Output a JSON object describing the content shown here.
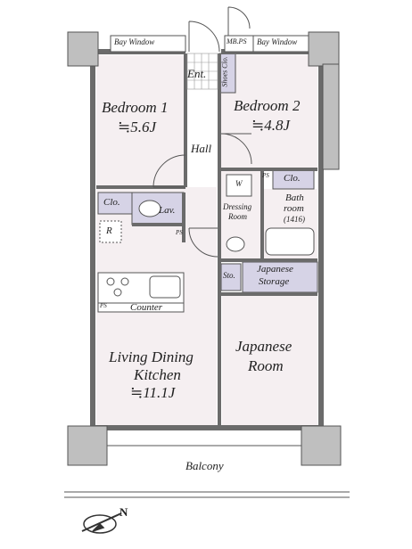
{
  "rooms": {
    "bedroom1": {
      "name": "Bedroom 1",
      "size": "≒5.6J"
    },
    "bedroom2": {
      "name": "Bedroom 2",
      "size": "≒4.8J"
    },
    "ldk": {
      "name_line1": "Living Dining",
      "name_line2": "Kitchen",
      "size": "≒11.1J"
    },
    "japanese": {
      "name_line1": "Japanese",
      "name_line2": "Room"
    },
    "hall": "Hall",
    "entrance": "Ent.",
    "balcony": "Balcony"
  },
  "fixtures": {
    "bay_window_left": "Bay Window",
    "bay_window_right": "Bay Window",
    "mbps": "MB.PS",
    "shoes_closet": "Shoes Clo.",
    "closet_right": "Clo.",
    "closet_left": "Clo.",
    "lavatory": "Lav.",
    "refrigerator": "R",
    "washer": "W",
    "ps_top": "PS",
    "ps_mid": "PS",
    "ps_counter": "PS",
    "dressing_line1": "Dressing",
    "dressing_line2": "Room",
    "bath_line1": "Bath",
    "bath_line2": "room",
    "bath_size": "(1416)",
    "storage": "Sto.",
    "japanese_storage_line1": "Japanese",
    "japanese_storage_line2": "Storage",
    "counter": "Counter"
  },
  "compass": {
    "label": "N"
  },
  "colors": {
    "room_fill": "#f5eff1",
    "wall": "#6b6b6b",
    "storage_fill": "#d6d3e6",
    "corridor_fill": "#ffffff"
  }
}
